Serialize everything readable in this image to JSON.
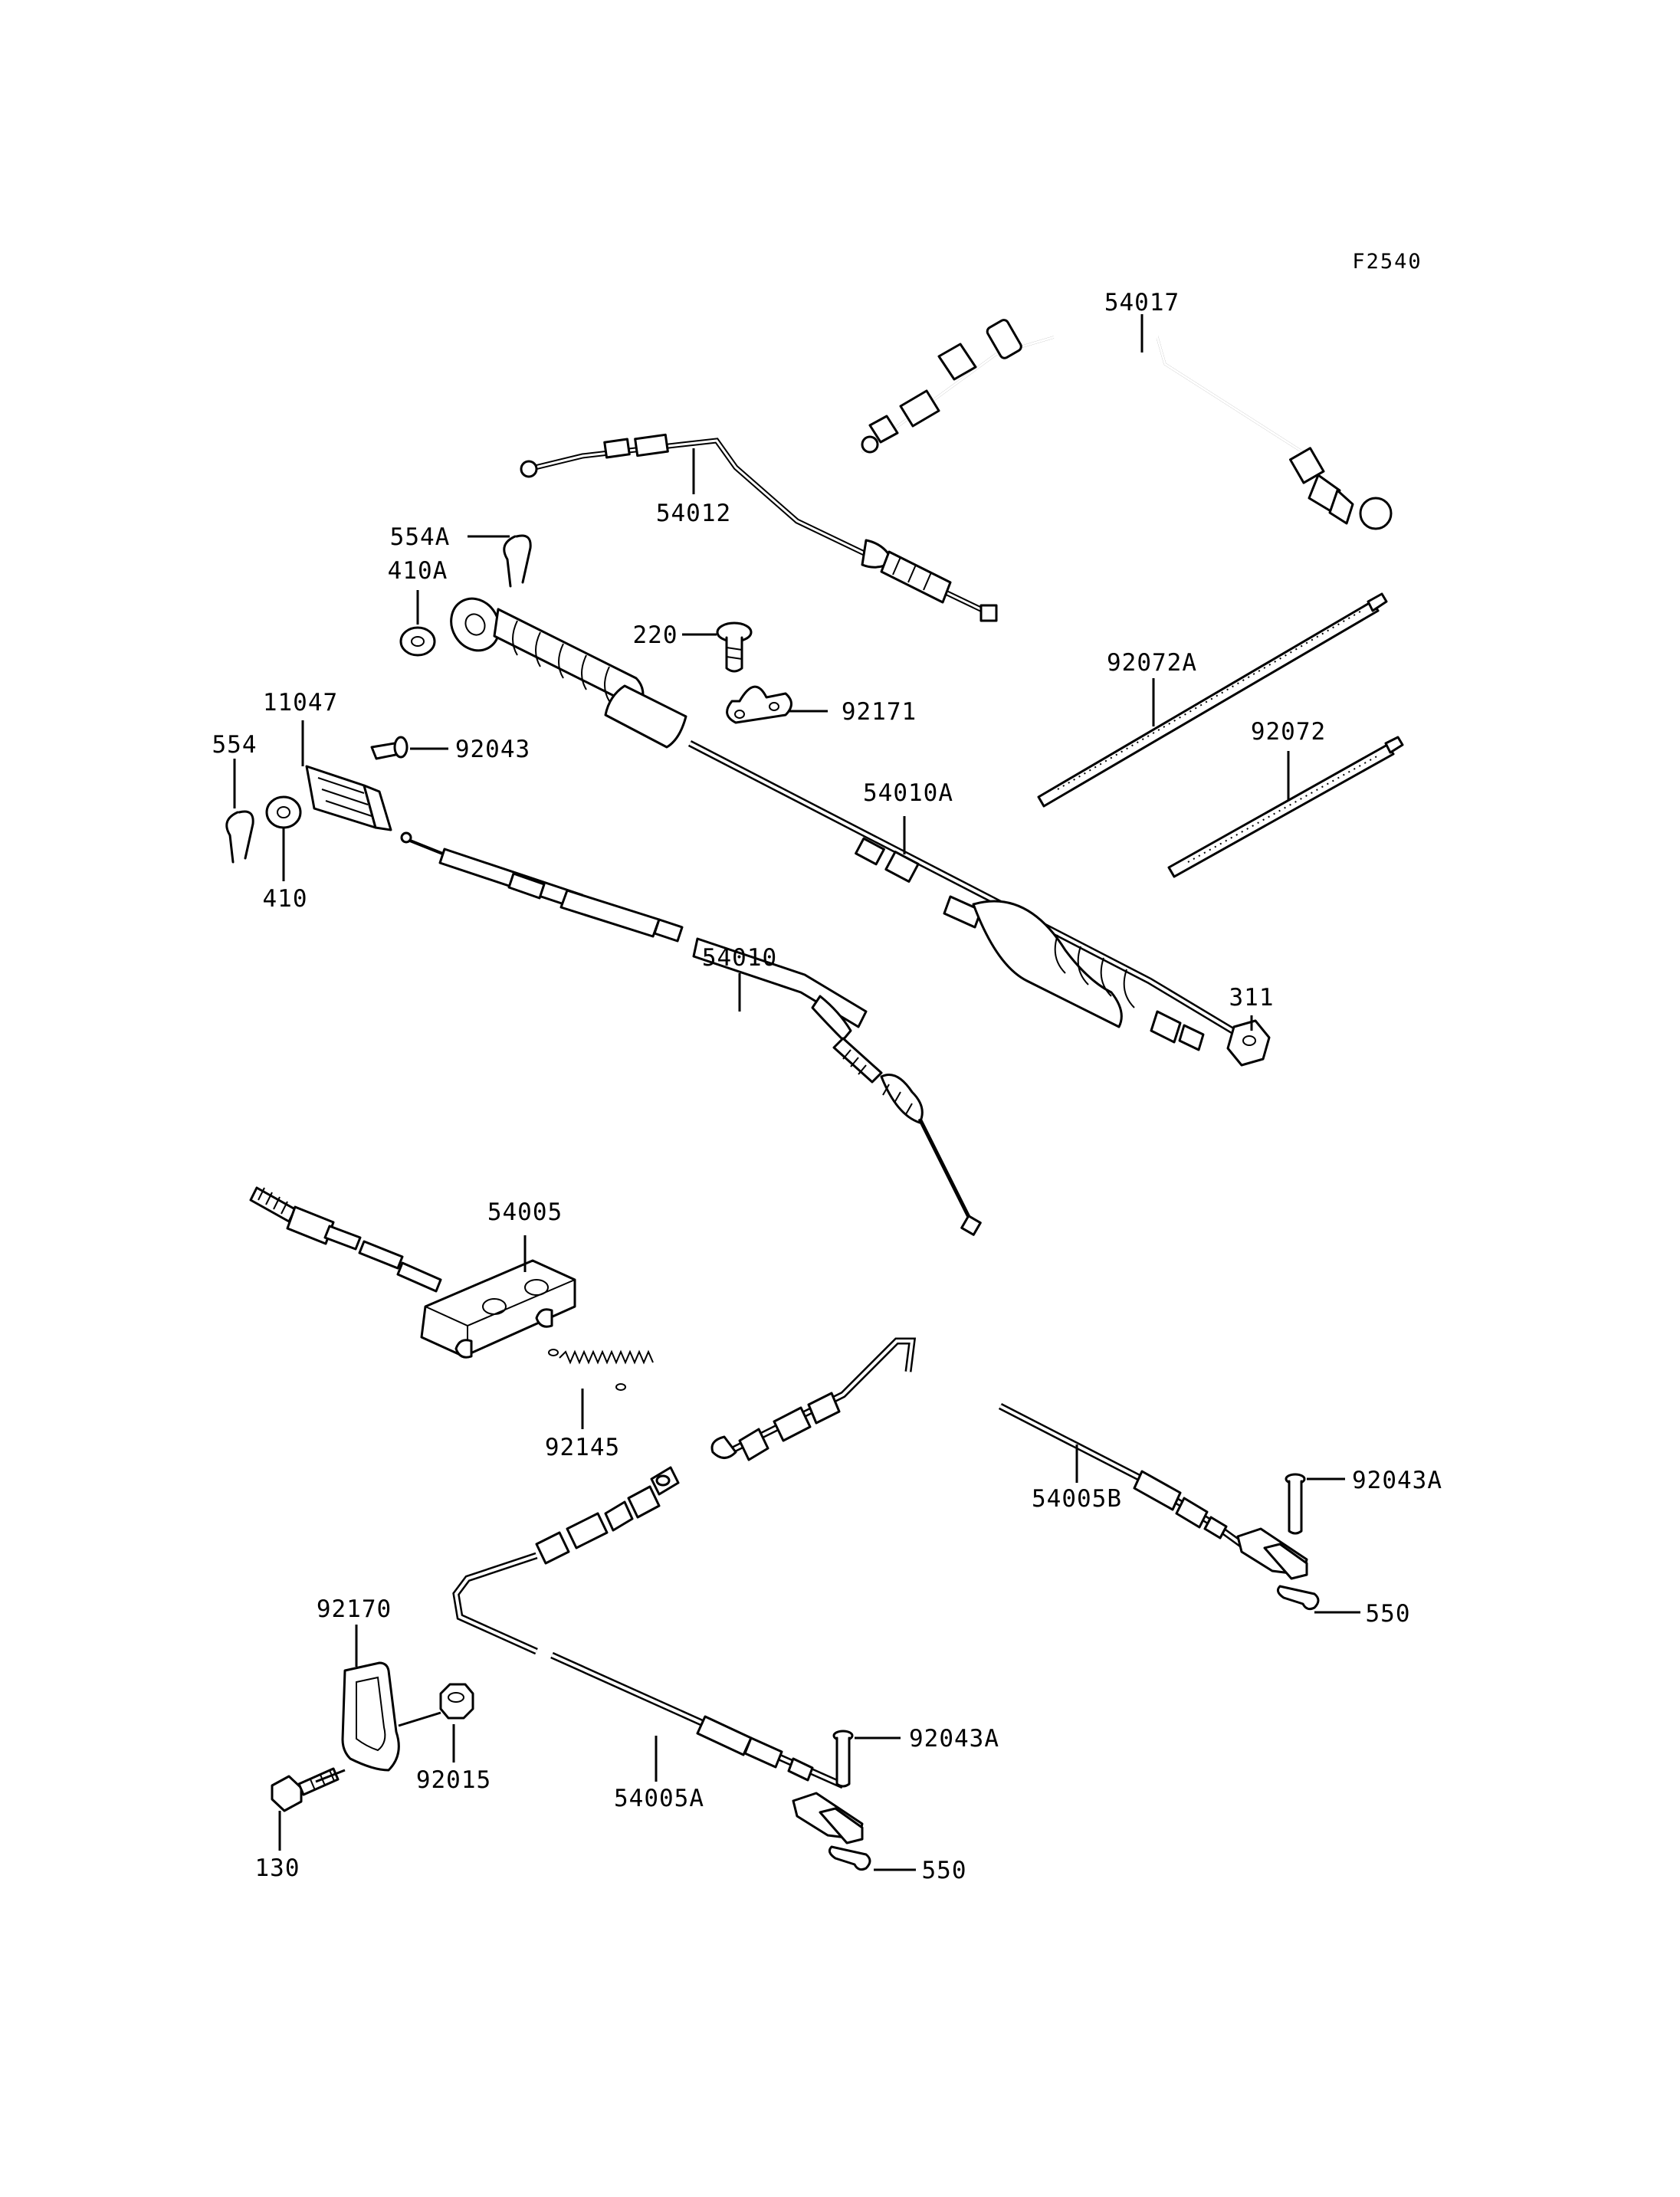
{
  "figure_code": "F2540",
  "callouts": {
    "p54017": "54017",
    "p54012": "54012",
    "p554A": "554A",
    "p410A": "410A",
    "p220": "220",
    "p92171": "92171",
    "p11047": "11047",
    "p92043": "92043",
    "p554": "554",
    "p410": "410",
    "p54010A": "54010A",
    "p92072A": "92072A",
    "p92072": "92072",
    "p54010": "54010",
    "p311": "311",
    "p54005": "54005",
    "p92145": "92145",
    "p92043A_upper": "92043A",
    "p54005B": "54005B",
    "p550_upper": "550",
    "p92170": "92170",
    "p92015": "92015",
    "p92043A_lower": "92043A",
    "p54005A": "54005A",
    "p130": "130",
    "p550_lower": "550"
  }
}
